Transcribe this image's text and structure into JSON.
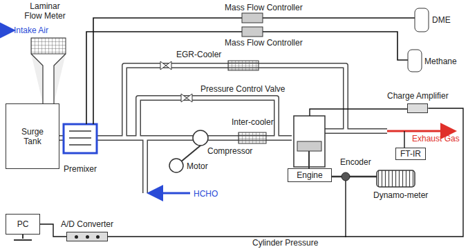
{
  "diagram": {
    "nodes": [
      {
        "text": [
          "Surge Tank"
        ]
      },
      {
        "text": [
          "Engine"
        ]
      },
      {
        "text": [
          "PC"
        ]
      },
      {
        "text": [
          "A/D Converter"
        ]
      },
      {
        "text": [
          "Charge Amplifier"
        ]
      },
      {
        "text": [
          "FT-IR"
        ]
      }
    ],
    "edges": [
      {
        "from": 2,
        "to": 3,
        "arrow": "none"
      },
      {
        "from": 3,
        "to": 4,
        "label": "Cylinder Pressure",
        "arrow": "none"
      }
    ],
    "labels": [
      "Laminar Flow Meter",
      "Intake Air",
      "Mass Flow Controller",
      "Mass Flow Controller",
      "DME",
      "Methane",
      "EGR-Cooler",
      "Pressure Control Valve",
      "Inter-cooler",
      "Compressor",
      "Motor",
      "HCHO",
      "Premixer",
      "Exhaust Gas",
      "Encoder",
      "Dynamo-meter"
    ]
  }
}
